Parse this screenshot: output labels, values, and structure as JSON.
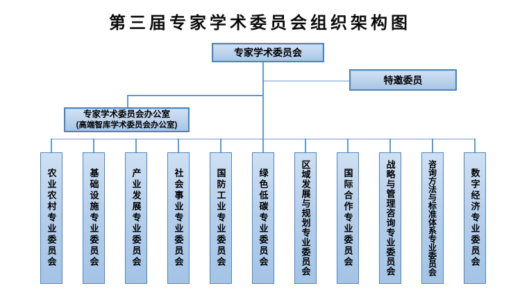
{
  "title": "第三届专家学术委员会组织架构图",
  "org": {
    "root": "专家学术委员会",
    "special_member": "特邀委员",
    "office": {
      "line1": "专家学术委员会办公室",
      "line2": "(高端智库学术委员会办公室)"
    },
    "committees": [
      {
        "label": "农业农村专业委员会"
      },
      {
        "label": "基础设施专业委员会"
      },
      {
        "label": "产业发展专业委员会"
      },
      {
        "label": "社会事业专业委员会"
      },
      {
        "label": "国防工业专业委员会"
      },
      {
        "label": "绿色低碳专业委员会"
      },
      {
        "label": "区域发展与规划专业委员会"
      },
      {
        "label": "国际合作专业委员会"
      },
      {
        "label": "战略与管理咨询专业委员会"
      },
      {
        "label": "咨询方法与标准体系专业委员会"
      },
      {
        "label": "数字经济专业委员会"
      }
    ]
  },
  "colors": {
    "background": "#ffffff",
    "box_border": "#4a84c4",
    "box_fill_top": "#d2e1f3",
    "box_fill_bottom": "#a4c4e6",
    "connector": "#5b9bd5",
    "connector_light": "#b4c9e5",
    "text": "#000000"
  }
}
